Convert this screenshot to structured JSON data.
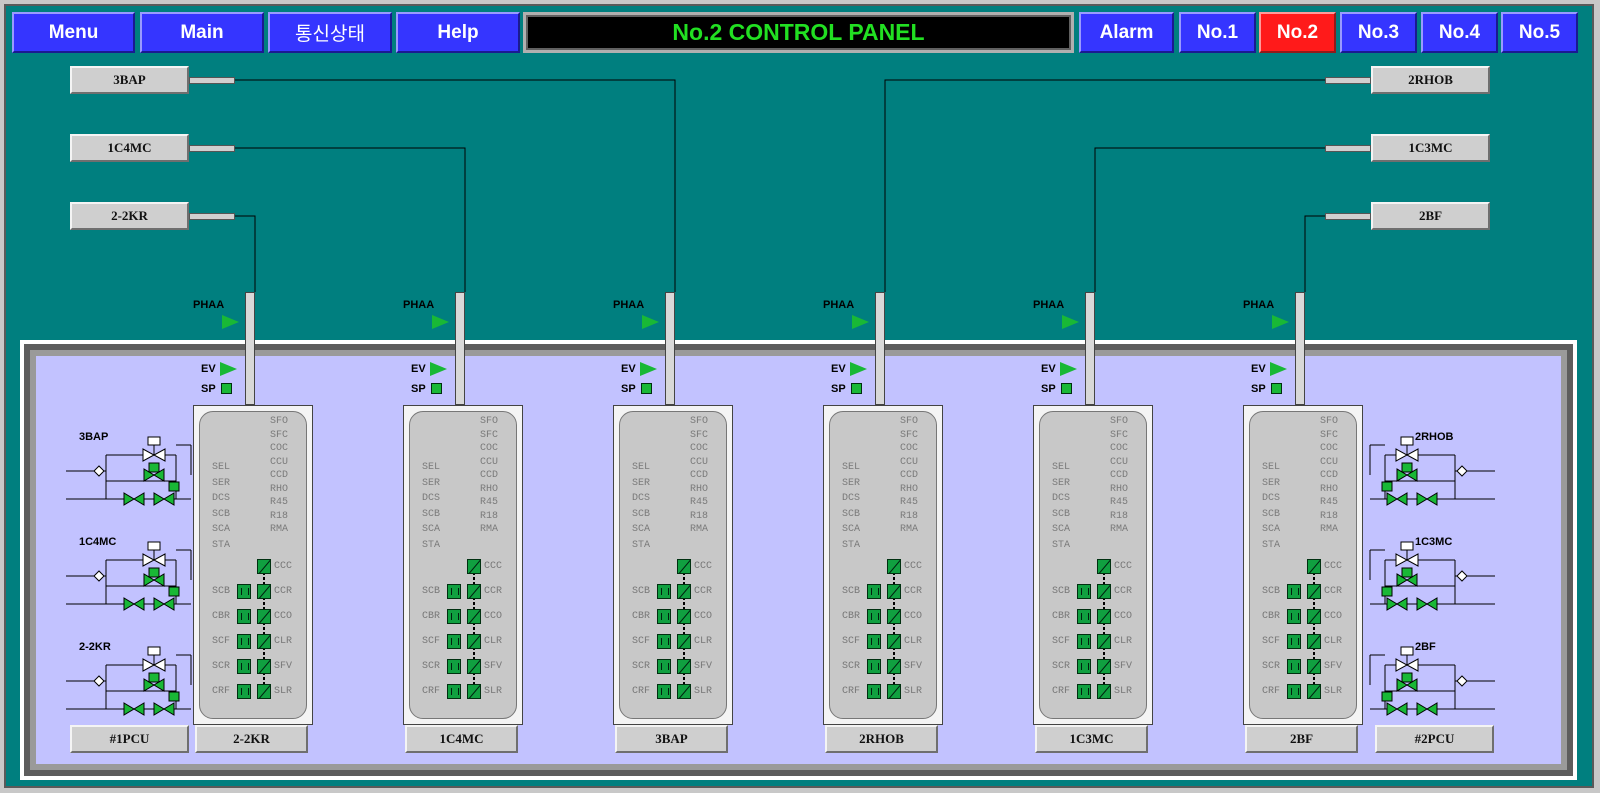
{
  "topbar": {
    "menu": "Menu",
    "main": "Main",
    "comm": "통신상태",
    "help": "Help",
    "title": "No.2 CONTROL PANEL",
    "alarm": "Alarm",
    "panels": [
      "No.1",
      "No.2",
      "No.3",
      "No.4",
      "No.5"
    ],
    "active_panel": "No.2"
  },
  "source_labels_left": [
    "3BAP",
    "1C4MC",
    "2-2KR"
  ],
  "source_labels_right": [
    "2RHOB",
    "1C3MC",
    "2BF"
  ],
  "unit_tag": {
    "phaa": "PHAA",
    "ev": "EV",
    "sp": "SP"
  },
  "units": [
    "2-2KR",
    "1C4MC",
    "3BAP",
    "2RHOB",
    "1C3MC",
    "2BF"
  ],
  "pcu_left": "#1PCU",
  "pcu_right": "#2PCU",
  "valve_groups_left": [
    "3BAP",
    "1C4MC",
    "2-2KR"
  ],
  "valve_groups_right": [
    "2RHOB",
    "1C3MC",
    "2BF"
  ],
  "codes_right": [
    "SFO",
    "SFC",
    "COC",
    "CCU",
    "CCD",
    "RHO",
    "R45",
    "R18",
    "RMA"
  ],
  "codes_left": [
    "SEL",
    "SER",
    "DCS",
    "SCB",
    "SCA",
    "STA"
  ],
  "bottom_left_codes": [
    "SCB",
    "CBR",
    "SCF",
    "SCR",
    "CRF"
  ],
  "bottom_right_codes": [
    "CCC",
    "CCR",
    "CCO",
    "CLR",
    "SFV",
    "SLR"
  ],
  "colors": {
    "teal": "#008080",
    "panel": "#c2c2ff",
    "button_blue": "#3535ff",
    "button_active": "#ff1a1a",
    "title_green": "#22e022",
    "indicator_green": "#19b836"
  }
}
